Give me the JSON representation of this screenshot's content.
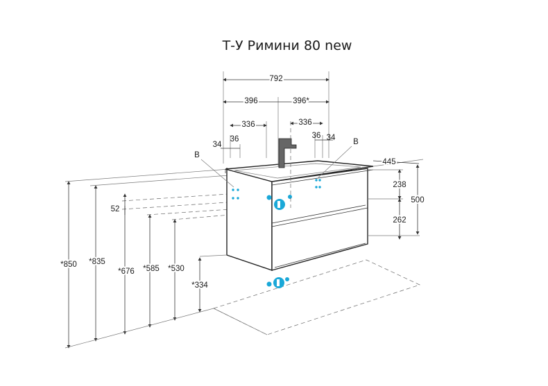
{
  "title": "Т-У Римини 80 new",
  "colors": {
    "accent": "#1aa8d8",
    "line": "#333333"
  },
  "dimensions": {
    "width_total": "792",
    "half_left": "396",
    "half_right": "396*",
    "offset_left": "336",
    "offset_right": "336",
    "w34_left": "34",
    "w36_left": "36",
    "w36_right": "36",
    "w34_right": "34",
    "depth": "445",
    "top_section": "238",
    "bottom_section": "262",
    "total_height": "500",
    "mark_52": "52",
    "h850": "*850",
    "h835": "*835",
    "h676": "*676",
    "h585": "*585",
    "h530": "*530",
    "h334": "*334"
  },
  "labels": {
    "b_left": "B",
    "b_right": "B"
  }
}
